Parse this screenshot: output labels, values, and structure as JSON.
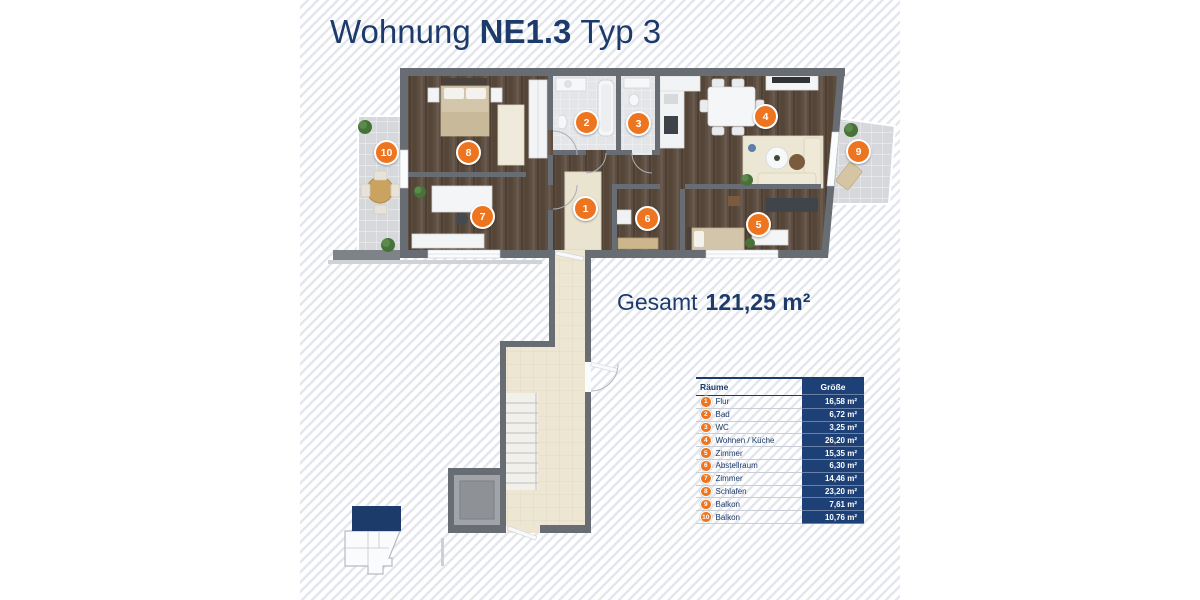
{
  "title": {
    "prefix": "Wohnung",
    "unit": "NE1.3",
    "suffix": "Typ 3"
  },
  "total": {
    "label": "Gesamt",
    "value": "121,25 m²"
  },
  "table": {
    "rooms_header": "Räume",
    "size_header": "Größe"
  },
  "rooms": [
    {
      "id": "1",
      "name": "Flur",
      "size": "16,58 m²"
    },
    {
      "id": "2",
      "name": "Bad",
      "size": "6,72 m²"
    },
    {
      "id": "3",
      "name": "WC",
      "size": "3,25 m²"
    },
    {
      "id": "4",
      "name": "Wohnen / Küche",
      "size": "26,20 m²"
    },
    {
      "id": "5",
      "name": "Zimmer",
      "size": "15,35 m²"
    },
    {
      "id": "6",
      "name": "Abstellraum",
      "size": "6,30 m²"
    },
    {
      "id": "7",
      "name": "Zimmer",
      "size": "14,46 m²"
    },
    {
      "id": "8",
      "name": "Schlafen",
      "size": "23,20 m²"
    },
    {
      "id": "9",
      "name": "Balkon",
      "size": "7,61 m²"
    },
    {
      "id": "10",
      "name": "Balkon",
      "size": "10,76 m²"
    }
  ],
  "colors": {
    "navy": "#1c3a6a",
    "table_blue": "#1d4077",
    "marker_orange": "#ee751f",
    "wall_gray": "#686d74"
  }
}
